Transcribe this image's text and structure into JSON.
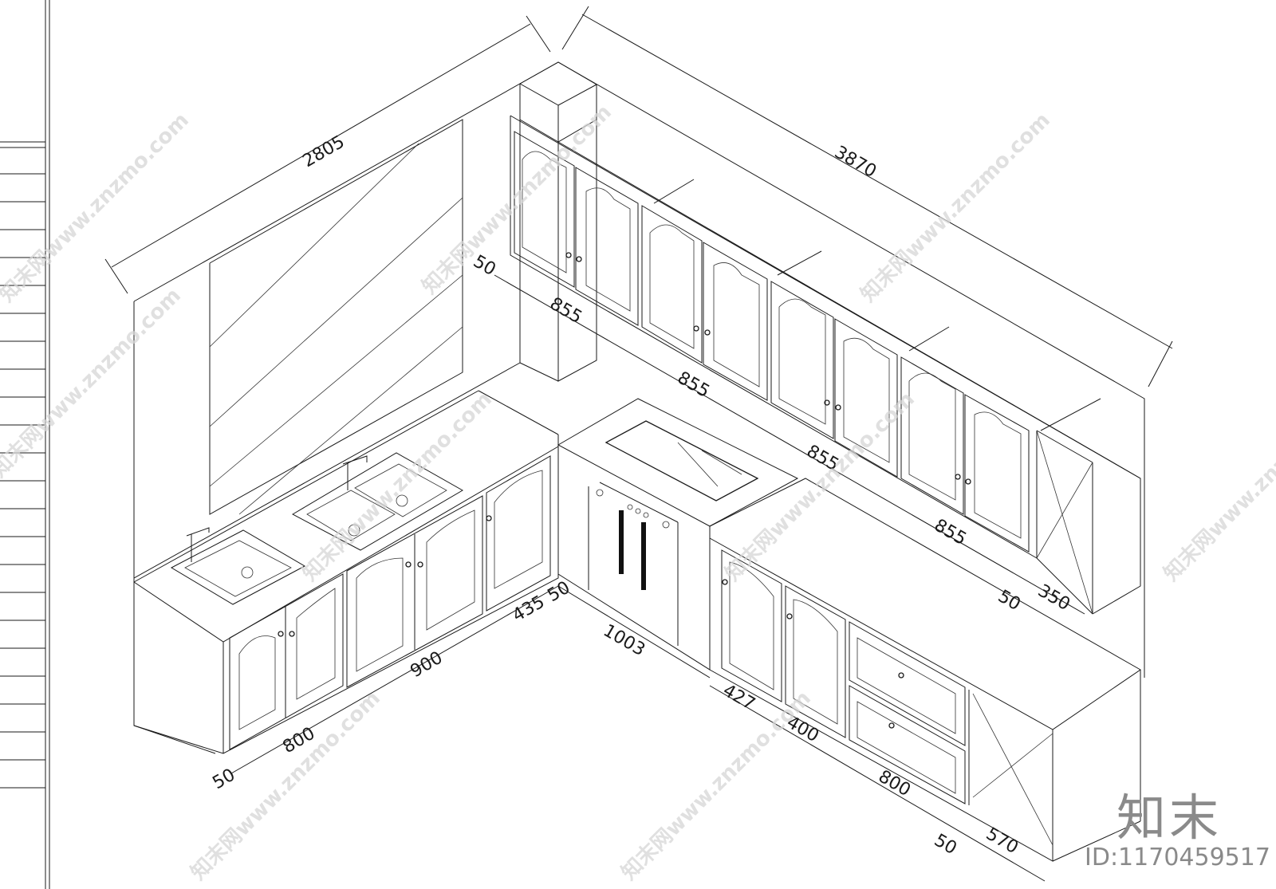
{
  "dimensions": {
    "overall_left": "2805",
    "overall_right": "3870",
    "wall_offset": "50",
    "upper_1": "855",
    "upper_2": "855",
    "upper_3": "855",
    "upper_4": "855",
    "upper_end": "350",
    "upper_end_gap": "50",
    "sink_run_800": "800",
    "sink_run_900": "900",
    "sink_run_435": "435",
    "sink_run_gap": "50",
    "corner_gap": "50",
    "stove_1003": "1003",
    "right_427": "427",
    "right_400": "400",
    "right_800": "800",
    "right_570": "570",
    "right_gap": "50"
  },
  "watermarks": {
    "site": "知末网www.znzmo.com"
  },
  "brand": {
    "logo_text": "知末",
    "id_text": "ID:1170459517"
  }
}
